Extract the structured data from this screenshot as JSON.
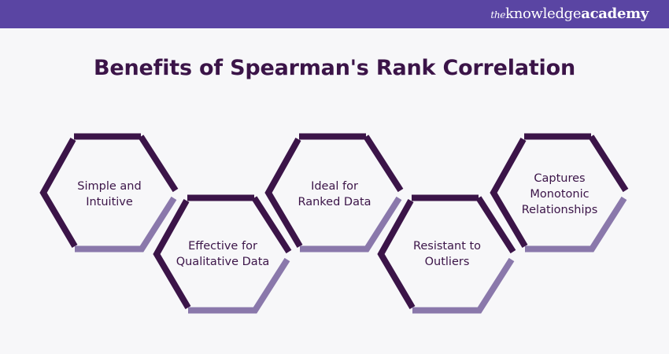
{
  "brand": {
    "logo_prefix": "the",
    "logo_main": "knowledge",
    "logo_suffix": "academy",
    "header_color": "#5a45a3"
  },
  "title": "Benefits of Spearman's Rank Correlation",
  "colors": {
    "dark_stroke": "#3b1448",
    "light_stroke": "#8a78ab",
    "text": "#3b1448",
    "background": "#f7f7f9"
  },
  "benefits": [
    {
      "label_line1": "Simple and",
      "label_line2": "Intuitive",
      "label_line3": ""
    },
    {
      "label_line1": "Effective for",
      "label_line2": "Qualitative Data",
      "label_line3": ""
    },
    {
      "label_line1": "Ideal for",
      "label_line2": "Ranked Data",
      "label_line3": ""
    },
    {
      "label_line1": "Resistant to",
      "label_line2": "Outliers",
      "label_line3": ""
    },
    {
      "label_line1": "Captures",
      "label_line2": "Monotonic",
      "label_line3": "Relationships"
    }
  ]
}
